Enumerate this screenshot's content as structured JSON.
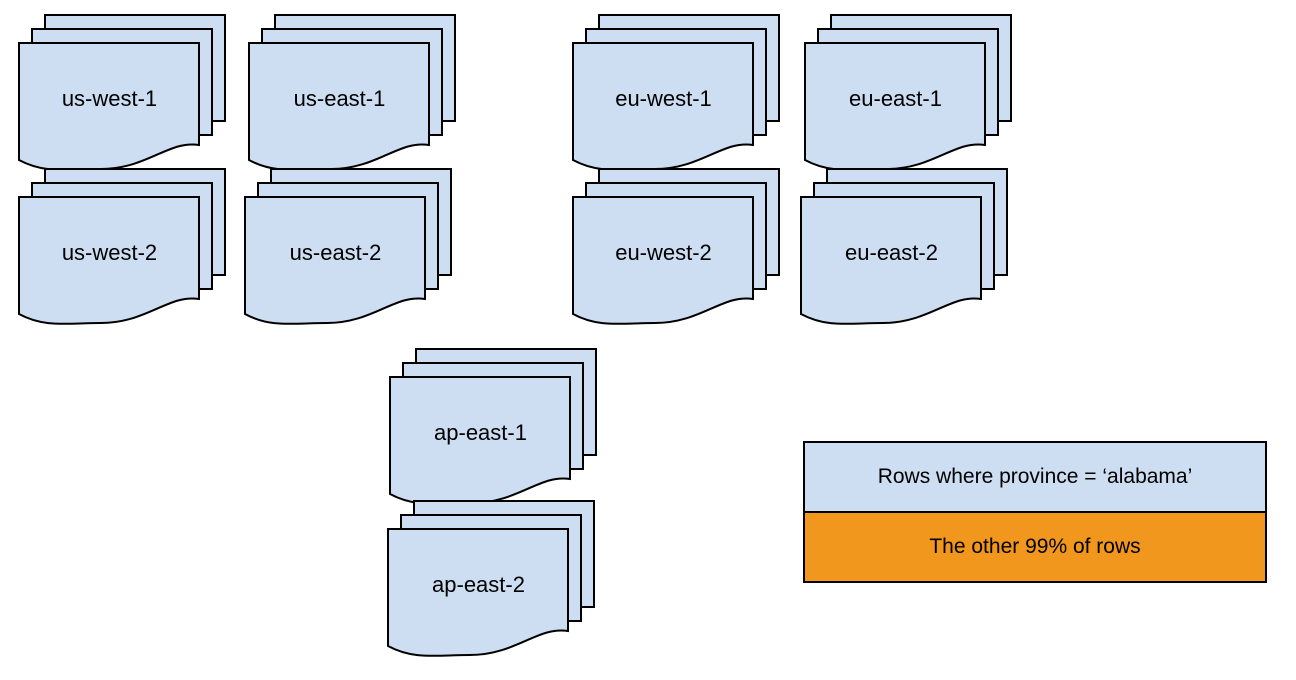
{
  "colors": {
    "blue": "#cddef2",
    "orange": "#f2971d",
    "stroke": "#000000",
    "text": "#000000",
    "background": "#ffffff"
  },
  "regions": [
    {
      "label": "us-west-1",
      "variant": "blue"
    },
    {
      "label": "us-east-1",
      "variant": "orange"
    },
    {
      "label": "eu-west-1",
      "variant": "blue"
    },
    {
      "label": "eu-east-1",
      "variant": "blue"
    },
    {
      "label": "us-west-2",
      "variant": "blue"
    },
    {
      "label": "us-east-2",
      "variant": "blue"
    },
    {
      "label": "eu-west-2",
      "variant": "blue"
    },
    {
      "label": "eu-east-2",
      "variant": "blue"
    },
    {
      "label": "ap-east-1",
      "variant": "blue"
    },
    {
      "label": "ap-east-2",
      "variant": "blue"
    }
  ],
  "legend": {
    "items": [
      {
        "label": "Rows where province = ‘alabama’",
        "variant": "blue"
      },
      {
        "label": "The other 99% of rows",
        "variant": "orange"
      }
    ]
  }
}
